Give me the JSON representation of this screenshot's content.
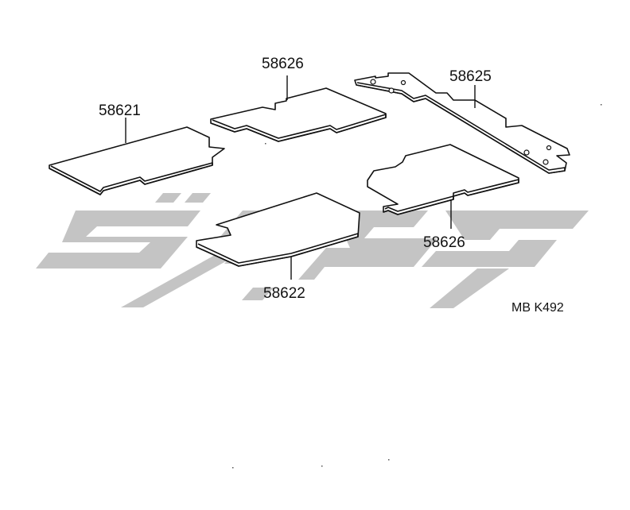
{
  "parts": [
    {
      "id": "p1",
      "number": "58621"
    },
    {
      "id": "p2",
      "number": "58626"
    },
    {
      "id": "p3",
      "number": "58625"
    },
    {
      "id": "p4",
      "number": "58626"
    },
    {
      "id": "p5",
      "number": "58622"
    }
  ],
  "diagram_code": "MB K492",
  "watermark": {
    "color": "#c4c4c4"
  }
}
